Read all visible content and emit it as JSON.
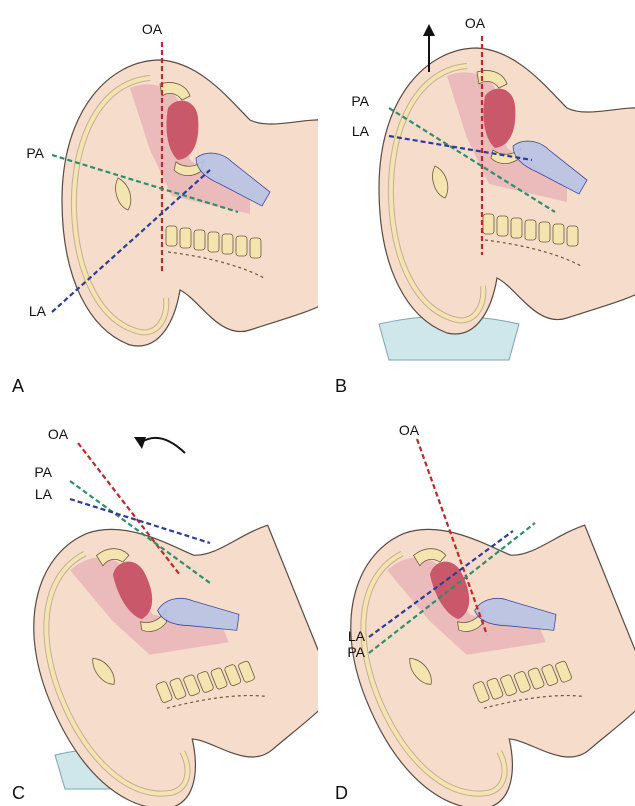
{
  "figure": {
    "panels": [
      {
        "letter": "A",
        "labels": {
          "oa": "OA",
          "pa": "PA",
          "la": "LA"
        }
      },
      {
        "letter": "B",
        "labels": {
          "oa": "OA",
          "pa": "PA",
          "la": "LA"
        }
      },
      {
        "letter": "C",
        "labels": {
          "oa": "OA",
          "pa": "PA",
          "la": "LA"
        }
      },
      {
        "letter": "D",
        "labels": {
          "oa": "OA",
          "pa": "PA",
          "la": "LA"
        }
      }
    ]
  },
  "colors": {
    "skin": "#f6dccb",
    "skin_outline": "#5a4a42",
    "bone": "#f4e4b0",
    "bone_outline": "#6b5a3a",
    "pharynx": "#eab7b9",
    "tongue": "#c9586a",
    "larynx": "#b9c3e6",
    "pillow": "#cfe6ea",
    "oral_axis": "#c0282d",
    "pharyngeal_axis": "#2e8f6a",
    "laryngeal_axis": "#2b3d9a"
  },
  "icons": [
    "up-arrow-icon",
    "curved-arrow-icon"
  ]
}
